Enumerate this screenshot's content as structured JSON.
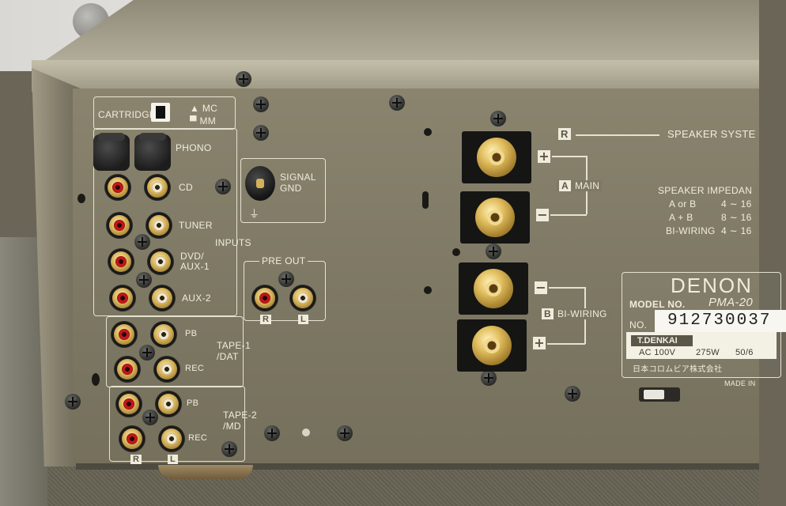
{
  "panel": {
    "cartridge": {
      "label": "CARTRIDGE",
      "mc": "MC",
      "mm": "MM"
    },
    "phono": "PHONO",
    "cd": "CD",
    "tuner": "TUNER",
    "dvd_aux1": [
      "DVD/",
      "AUX-1"
    ],
    "aux2": "AUX-2",
    "inputs": "INPUTS",
    "tape1": {
      "pb": "PB",
      "rec": "REC",
      "name": [
        "TAPE-1",
        "/DAT"
      ]
    },
    "tape2": {
      "pb": "PB",
      "rec": "REC",
      "name": [
        "TAPE-2",
        "/MD"
      ]
    },
    "channel_r": "R",
    "channel_l": "L",
    "signal_gnd": [
      "SIGNAL",
      "GND"
    ],
    "pre_out": {
      "label": "PRE OUT",
      "r": "R",
      "l": "L"
    }
  },
  "speakers": {
    "system_label": "SPEAKER SYSTE",
    "system_tag": "R",
    "main": {
      "tag": "A",
      "label": "MAIN"
    },
    "bi_wiring": {
      "tag": "B",
      "label": "BI-WIRING"
    },
    "plus": "+",
    "minus": "−",
    "impedance_title": "SPEAKER IMPEDAN",
    "impedance_rows": [
      {
        "name": "A or B",
        "value": "4 ∼ 16"
      },
      {
        "name": "A + B",
        "value": "8 ∼ 16"
      },
      {
        "name": "BI-WIRING",
        "value": "4 ∼ 16"
      }
    ]
  },
  "label_plate": {
    "brand": "DENON",
    "model_label": "MODEL NO.",
    "model_value": "PMA-20",
    "no_label": "NO.",
    "serial": "912730037",
    "dealer": "T.DENKAI",
    "voltage": "AC 100V",
    "power": "275W",
    "freq": "50/6",
    "maker_jp": "日本コロムビア株式会社",
    "made_in": "MADE IN"
  }
}
